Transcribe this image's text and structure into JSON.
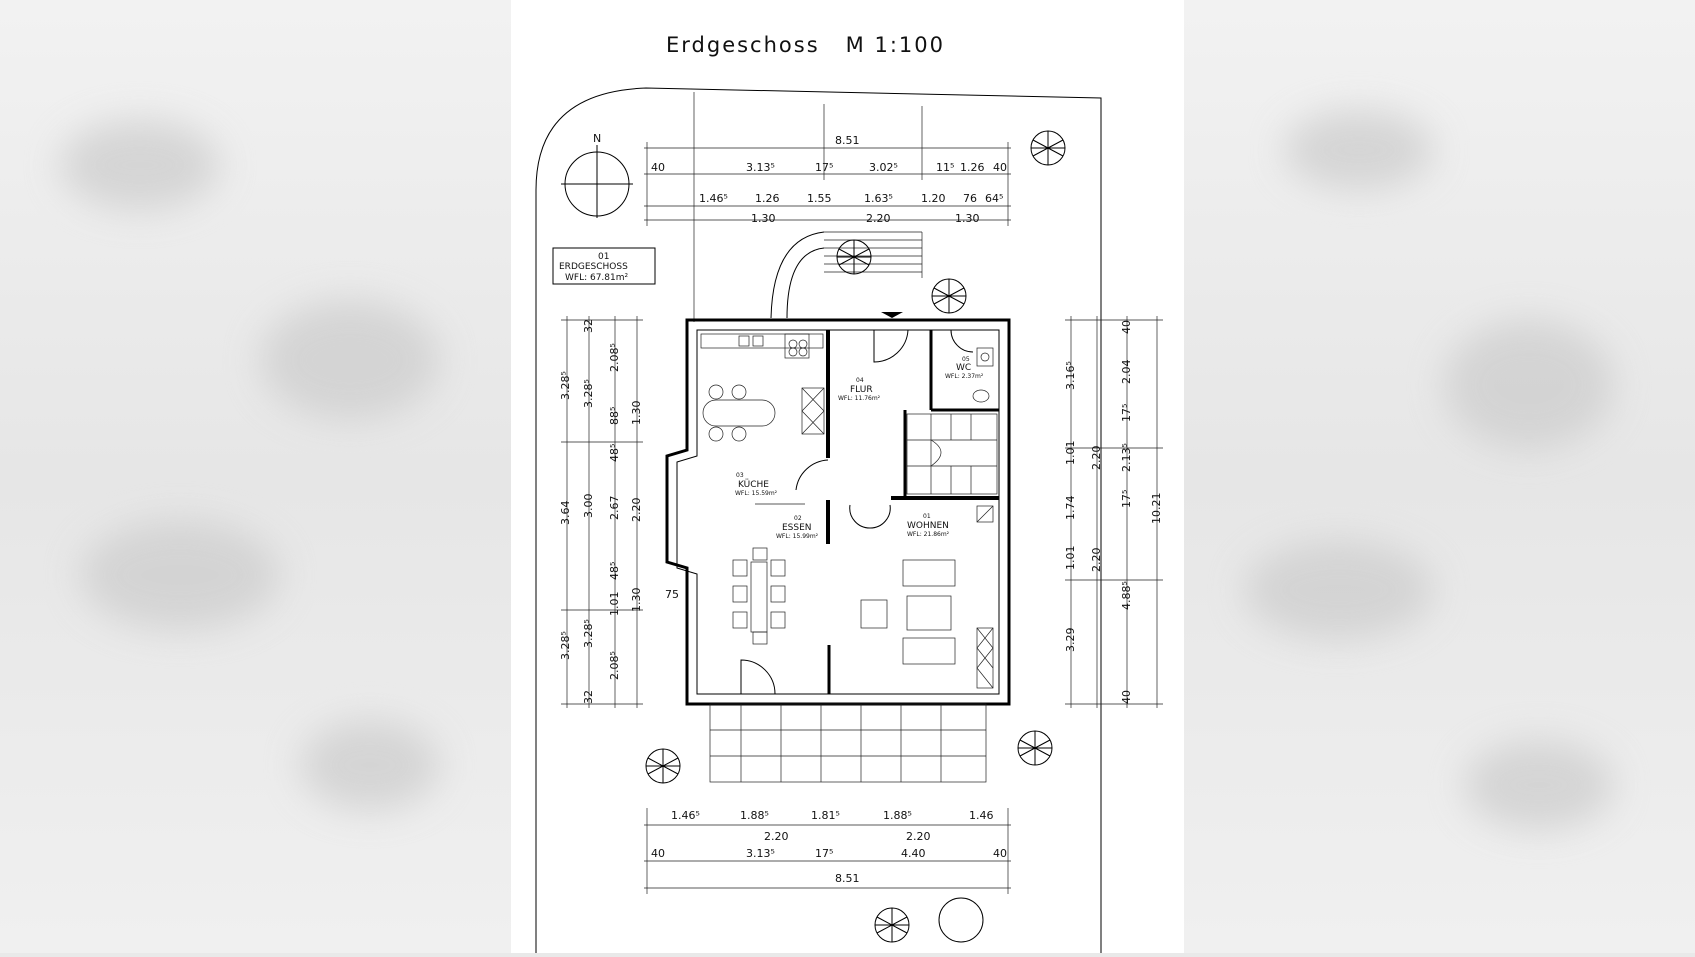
{
  "drawing": {
    "title": "Erdgeschoss   M 1:100",
    "compass": "N",
    "area_box": {
      "number": "01",
      "name": "ERDGESCHOSS",
      "area": "WFL: 67.81m²"
    }
  },
  "rooms": [
    {
      "number": "03",
      "name": "KÜCHE",
      "area": "WFL: 15.59m²"
    },
    {
      "number": "02",
      "name": "ESSEN",
      "area": "WFL: 15.99m²"
    },
    {
      "number": "04",
      "name": "FLUR",
      "area": "WFL: 11.76m²"
    },
    {
      "number": "05",
      "name": "WC",
      "area": "WFL: 2.37m²"
    },
    {
      "number": "01",
      "name": "WOHNEN",
      "area": "WFL: 21.86m²"
    }
  ],
  "dimensions": {
    "top": {
      "total": "8.51",
      "row1": [
        "40",
        "3.13⁵",
        "17⁵",
        "3.02⁵",
        "11⁵",
        "1.26",
        "40"
      ],
      "row2": [
        "1.46⁵",
        "1.26",
        "1.55",
        "1.63⁵",
        "1.20",
        "76",
        "64⁵"
      ],
      "row3": [
        "1.30",
        "2.20",
        "1.30"
      ]
    },
    "bottom": {
      "row1": [
        "1.46⁵",
        "1.88⁵",
        "1.81⁵",
        "1.88⁵",
        "1.46"
      ],
      "row2": [
        "2.20",
        "2.20"
      ],
      "row3": [
        "40",
        "3.13⁵",
        "17⁵",
        "4.40",
        "40"
      ],
      "total": "8.51"
    },
    "left": {
      "col1": [
        "3.28⁵",
        "3.64",
        "3.28⁵"
      ],
      "col2": [
        "32",
        "3.28⁵",
        "3.00",
        "3.28⁵",
        "32"
      ],
      "col3": [
        "2.08⁵",
        "88⁵",
        "48⁵",
        "2.67",
        "48⁵",
        "1.01",
        "2.08⁵"
      ],
      "col4": [
        "1.30",
        "2.20",
        "1.30"
      ],
      "bay": "75"
    },
    "right": {
      "col1": [
        "3.16⁵",
        "1.01",
        "1.74",
        "1.01",
        "3.29"
      ],
      "col2": [
        "2.20",
        "2.20"
      ],
      "col3": [
        "40",
        "2.04",
        "17⁵",
        "2.13⁵",
        "17⁵",
        "4.88⁵",
        "40"
      ],
      "total": "10.21"
    }
  }
}
